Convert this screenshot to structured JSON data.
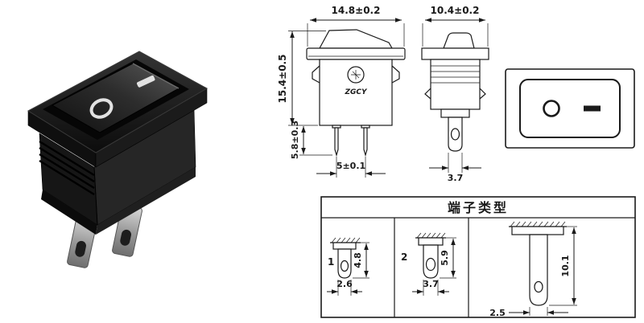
{
  "product_photo": {
    "marking_on": "I",
    "marking_off": "O"
  },
  "front_view": {
    "top_dim": "14.8±0.2",
    "height_dim": "15.4±0.5",
    "pin_length_dim": "5.8±0.3",
    "pin_spacing_dim": "5±0.1",
    "logo_text": "ZGCY"
  },
  "side_view": {
    "top_dim": "10.4±0.2",
    "terminal_width_dim": "3.7"
  },
  "terminal_table": {
    "title": "端子类型",
    "cells": [
      {
        "index": "1",
        "v_dim": "4.8",
        "h_dim": "2.6"
      },
      {
        "index": "2",
        "v_dim": "5.9",
        "h_dim": "3.7"
      },
      {
        "index": "",
        "v_dim": "10.1",
        "h_dim": "2.5"
      }
    ]
  }
}
